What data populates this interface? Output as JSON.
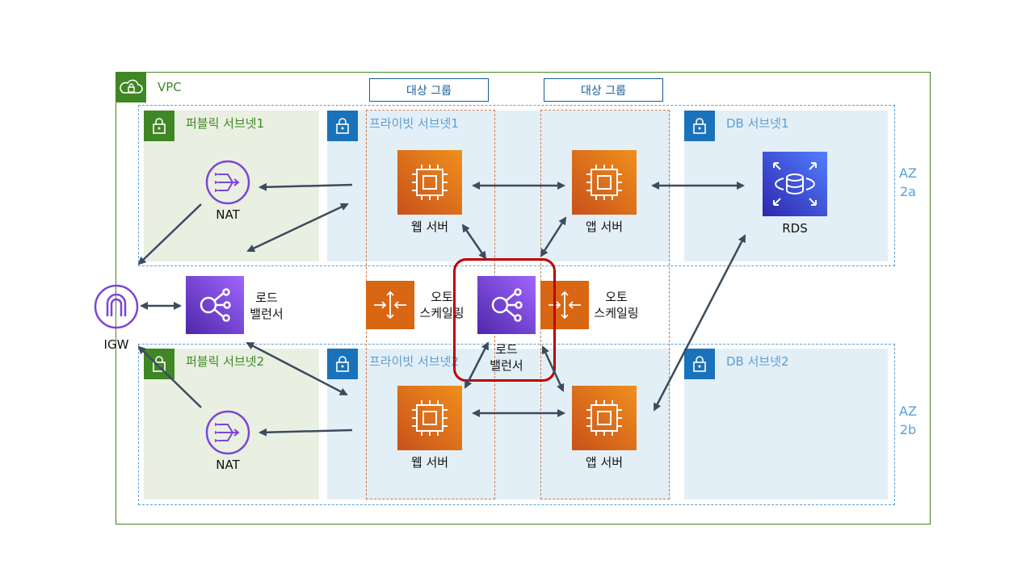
{
  "vpc": {
    "label": "VPC"
  },
  "target_groups": [
    "대상 그룹",
    "대상 그룹"
  ],
  "az": {
    "a": "AZ\n2a",
    "b": "AZ\n2b"
  },
  "subnets": {
    "public1": "퍼블릭 서브넷1",
    "private1": "프라이빗 서브넷1",
    "db1": "DB 서브넷1",
    "public2": "퍼블릭 서브넷2",
    "private2": "프라이빗 서브넷2",
    "db2": "DB 서브넷2"
  },
  "nodes": {
    "igw": "IGW",
    "nat1": "NAT",
    "nat2": "NAT",
    "web1": "웹 서버",
    "web2": "웹 서버",
    "app1": "앱 서버",
    "app2": "앱 서버",
    "rds": "RDS",
    "lb_public": "로드\n밸런서",
    "lb_internal": "로드\n밸런서",
    "asg_web": "오토\n스케일링",
    "asg_app": "오토\n스케일링"
  },
  "colors": {
    "vpc": "#3f8624",
    "az_border": "#5a9fd4",
    "public_subnet_bg": "#e9f0e2",
    "private_subnet_bg": "#e3eff6",
    "target_group_border": "#d47a4a",
    "highlight": "#c00000",
    "arrow": "#3d4b5f"
  },
  "icons": {
    "vpc": "cloud-lock-icon",
    "subnet": "lock-icon",
    "nat": "nat-gateway-icon",
    "igw": "internet-gateway-icon",
    "ec2": "ec2-instance-icon",
    "rds": "rds-database-icon",
    "elb": "elastic-load-balancer-icon",
    "asg": "auto-scaling-icon"
  }
}
